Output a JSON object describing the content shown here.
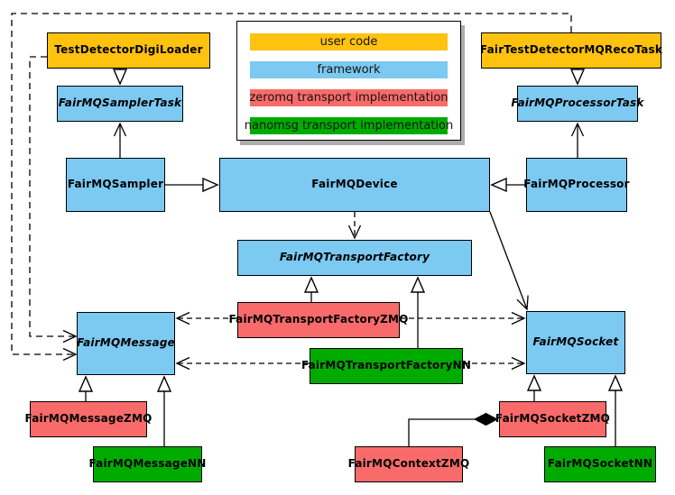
{
  "colors": {
    "user_code": "#FFC20E",
    "framework": "#7CC9F1",
    "zeromq": "#F96B6B",
    "nanomsg": "#00AB00",
    "border": "#000000",
    "background": "#FFFFFF"
  },
  "legend": {
    "items": [
      "user code",
      "framework",
      "zeromq transport implementation",
      "nanomsg transport implementation"
    ]
  },
  "nodes": {
    "test_detector_digi_loader": "TestDetectorDigiLoader",
    "fair_test_detector_mq_reco_task": "FairTestDetectorMQRecoTask",
    "fair_mq_sampler_task": "FairMQSamplerTask",
    "fair_mq_processor_task": "FairMQProcessorTask",
    "fair_mq_sampler": "FairMQSampler",
    "fair_mq_device": "FairMQDevice",
    "fair_mq_processor": "FairMQProcessor",
    "fair_mq_transport_factory": "FairMQTransportFactory",
    "fair_mq_transport_factory_zmq": "FairMQTransportFactoryZMQ",
    "fair_mq_transport_factory_nn": "FairMQTransportFactoryNN",
    "fair_mq_message": "FairMQMessage",
    "fair_mq_socket": "FairMQSocket",
    "fair_mq_message_zmq": "FairMQMessageZMQ",
    "fair_mq_message_nn": "FairMQMessageNN",
    "fair_mq_socket_zmq": "FairMQSocketZMQ",
    "fair_mq_socket_nn": "FairMQSocketNN",
    "fair_mq_context_zmq": "FairMQContextZMQ"
  },
  "relations": [
    {
      "from": "TestDetectorDigiLoader",
      "to": "FairMQSamplerTask",
      "type": "inheritance"
    },
    {
      "from": "FairTestDetectorMQRecoTask",
      "to": "FairMQProcessorTask",
      "type": "inheritance"
    },
    {
      "from": "FairMQSampler",
      "to": "FairMQSamplerTask",
      "type": "association"
    },
    {
      "from": "FairMQProcessor",
      "to": "FairMQProcessorTask",
      "type": "association"
    },
    {
      "from": "FairMQSampler",
      "to": "FairMQDevice",
      "type": "inheritance"
    },
    {
      "from": "FairMQProcessor",
      "to": "FairMQDevice",
      "type": "inheritance"
    },
    {
      "from": "FairMQDevice",
      "to": "FairMQTransportFactory",
      "type": "dependency"
    },
    {
      "from": "FairMQDevice",
      "to": "FairMQSocket",
      "type": "association"
    },
    {
      "from": "FairMQTransportFactoryZMQ",
      "to": "FairMQTransportFactory",
      "type": "inheritance"
    },
    {
      "from": "FairMQTransportFactoryNN",
      "to": "FairMQTransportFactory",
      "type": "inheritance"
    },
    {
      "from": "FairMQTransportFactoryZMQ",
      "to": "FairMQMessage",
      "type": "dependency"
    },
    {
      "from": "FairMQTransportFactoryZMQ",
      "to": "FairMQSocket",
      "type": "dependency"
    },
    {
      "from": "FairMQTransportFactoryNN",
      "to": "FairMQMessage",
      "type": "dependency"
    },
    {
      "from": "FairMQTransportFactoryNN",
      "to": "FairMQSocket",
      "type": "dependency"
    },
    {
      "from": "TestDetectorDigiLoader",
      "to": "FairMQMessage",
      "type": "dependency"
    },
    {
      "from": "FairTestDetectorMQRecoTask",
      "to": "FairMQMessage",
      "type": "dependency"
    },
    {
      "from": "FairMQMessageZMQ",
      "to": "FairMQMessage",
      "type": "inheritance"
    },
    {
      "from": "FairMQMessageNN",
      "to": "FairMQMessage",
      "type": "inheritance"
    },
    {
      "from": "FairMQSocketZMQ",
      "to": "FairMQSocket",
      "type": "inheritance"
    },
    {
      "from": "FairMQSocketNN",
      "to": "FairMQSocket",
      "type": "inheritance"
    },
    {
      "from": "FairMQSocketZMQ",
      "to": "FairMQContextZMQ",
      "type": "composition"
    }
  ]
}
